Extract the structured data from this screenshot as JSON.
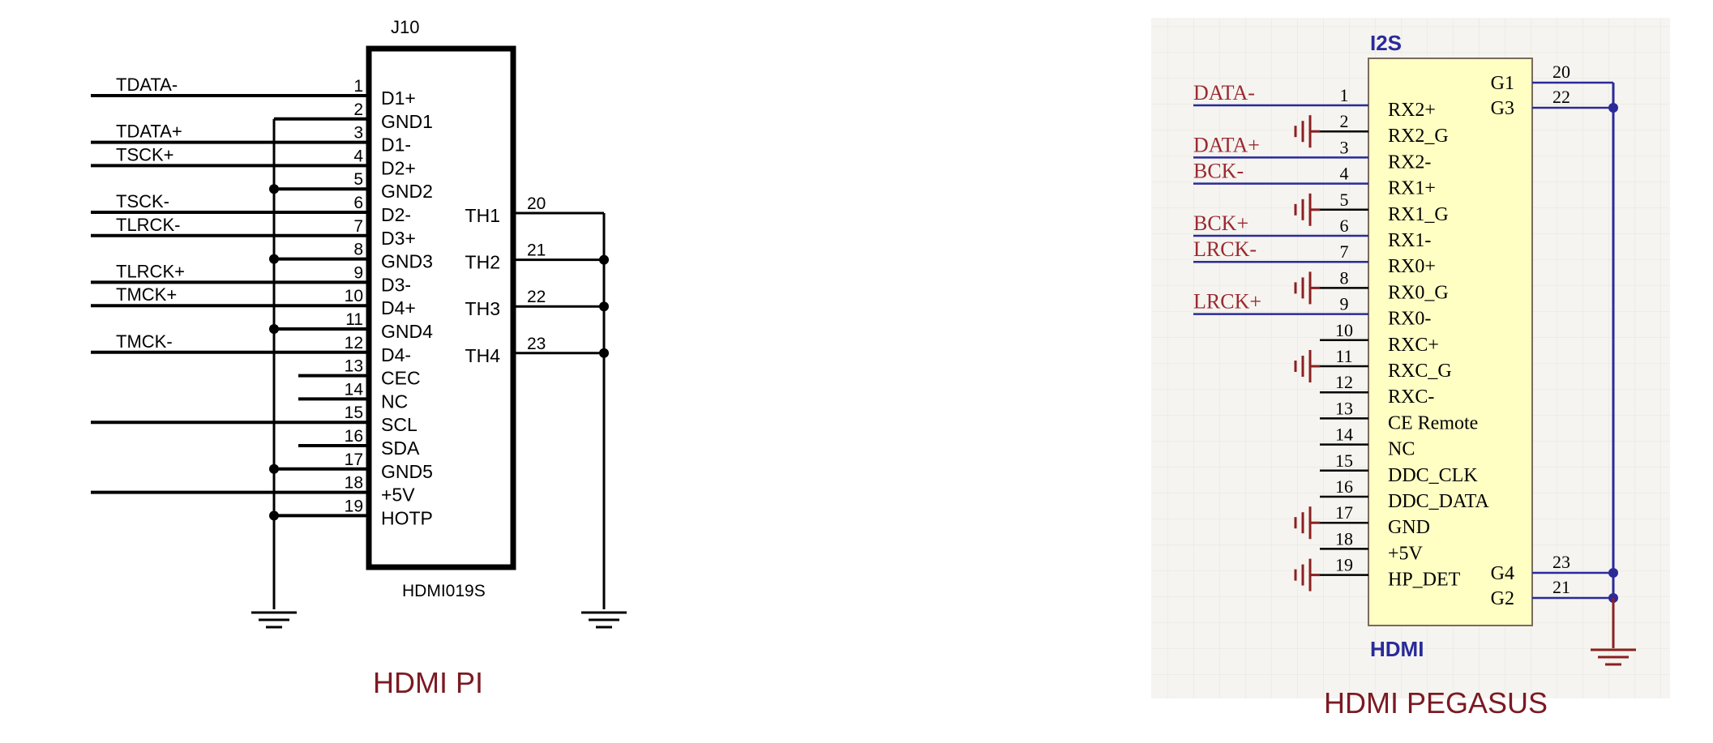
{
  "left": {
    "designator": "J10",
    "part": "HDMI019S",
    "caption": "HDMI PI",
    "nets": [
      {
        "pin": 1,
        "name": "TDATA-"
      },
      {
        "pin": 3,
        "name": "TDATA+"
      },
      {
        "pin": 4,
        "name": "TSCK+"
      },
      {
        "pin": 6,
        "name": "TSCK-"
      },
      {
        "pin": 7,
        "name": "TLRCK-"
      },
      {
        "pin": 9,
        "name": "TLRCK+"
      },
      {
        "pin": 10,
        "name": "TMCK+"
      },
      {
        "pin": 12,
        "name": "TMCK-"
      }
    ],
    "left_pins": [
      {
        "num": "1",
        "label": "D1+",
        "wire": "long"
      },
      {
        "num": "2",
        "label": "GND1",
        "wire": "gnd"
      },
      {
        "num": "3",
        "label": "D1-",
        "wire": "long"
      },
      {
        "num": "4",
        "label": "D2+",
        "wire": "long"
      },
      {
        "num": "5",
        "label": "GND2",
        "wire": "gnd"
      },
      {
        "num": "6",
        "label": "D2-",
        "wire": "long"
      },
      {
        "num": "7",
        "label": "D3+",
        "wire": "long"
      },
      {
        "num": "8",
        "label": "GND3",
        "wire": "gnd"
      },
      {
        "num": "9",
        "label": "D3-",
        "wire": "long"
      },
      {
        "num": "10",
        "label": "D4+",
        "wire": "long"
      },
      {
        "num": "11",
        "label": "GND4",
        "wire": "gnd"
      },
      {
        "num": "12",
        "label": "D4-",
        "wire": "long"
      },
      {
        "num": "13",
        "label": "CEC",
        "wire": "short"
      },
      {
        "num": "14",
        "label": "NC",
        "wire": "short"
      },
      {
        "num": "15",
        "label": "SCL",
        "wire": "long"
      },
      {
        "num": "16",
        "label": "SDA",
        "wire": "short"
      },
      {
        "num": "17",
        "label": "GND5",
        "wire": "gnd"
      },
      {
        "num": "18",
        "label": "+5V",
        "wire": "long"
      },
      {
        "num": "19",
        "label": "HOTP",
        "wire": "gnd"
      }
    ],
    "right_pins": [
      {
        "num": "20",
        "label": "TH1"
      },
      {
        "num": "21",
        "label": "TH2"
      },
      {
        "num": "22",
        "label": "TH3"
      },
      {
        "num": "23",
        "label": "TH4"
      }
    ]
  },
  "right": {
    "title": "I2S",
    "part": "HDMI",
    "caption": "HDMI PEGASUS",
    "nets": [
      {
        "pin": 1,
        "name": "DATA-"
      },
      {
        "pin": 3,
        "name": "DATA+"
      },
      {
        "pin": 4,
        "name": "BCK-"
      },
      {
        "pin": 6,
        "name": "BCK+"
      },
      {
        "pin": 7,
        "name": "LRCK-"
      },
      {
        "pin": 9,
        "name": "LRCK+"
      }
    ],
    "left_pins": [
      {
        "num": "1",
        "label": "RX2+"
      },
      {
        "num": "2",
        "label": "RX2_G"
      },
      {
        "num": "3",
        "label": "RX2-"
      },
      {
        "num": "4",
        "label": "RX1+"
      },
      {
        "num": "5",
        "label": "RX1_G"
      },
      {
        "num": "6",
        "label": "RX1-"
      },
      {
        "num": "7",
        "label": "RX0+"
      },
      {
        "num": "8",
        "label": "RX0_G"
      },
      {
        "num": "9",
        "label": "RX0-"
      },
      {
        "num": "10",
        "label": "RXC+"
      },
      {
        "num": "11",
        "label": "RXC_G"
      },
      {
        "num": "12",
        "label": "RXC-"
      },
      {
        "num": "13",
        "label": "CE Remote"
      },
      {
        "num": "14",
        "label": "NC"
      },
      {
        "num": "15",
        "label": "DDC_CLK"
      },
      {
        "num": "16",
        "label": "DDC_DATA"
      },
      {
        "num": "17",
        "label": "GND"
      },
      {
        "num": "18",
        "label": "+5V"
      },
      {
        "num": "19",
        "label": "HP_DET"
      }
    ],
    "right_pins": [
      {
        "num": "20",
        "label": "G1"
      },
      {
        "num": "22",
        "label": "G3"
      },
      {
        "num": "23",
        "label": "G4"
      },
      {
        "num": "21",
        "label": "G2"
      }
    ],
    "gnd_pins": [
      2,
      5,
      8,
      11,
      17,
      19
    ]
  },
  "colors": {
    "ink": "#000000",
    "caption": "#7b1a22",
    "net_label": "#9a2a30",
    "wire_blue": "#2a2a9a",
    "component_fill": "#ffffc4",
    "grid_bg": "#f5f4f0",
    "grid_line": "#e6e3dc",
    "pin_red": "#8b2020"
  }
}
